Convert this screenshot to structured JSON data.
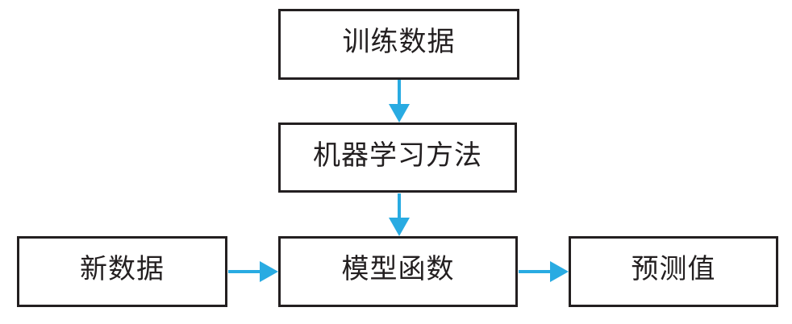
{
  "diagram": {
    "background_color": "#ffffff",
    "box_border_color": "#231f20",
    "text_color": "#231f20",
    "arrow_color": "#29abe2",
    "nodes": [
      {
        "id": "training-data",
        "label": "训练数据"
      },
      {
        "id": "ml-method",
        "label": "机器学习方法"
      },
      {
        "id": "model-function",
        "label": "模型函数"
      },
      {
        "id": "new-data",
        "label": "新数据"
      },
      {
        "id": "predicted-value",
        "label": "预测值"
      }
    ],
    "edges": [
      {
        "from": "training-data",
        "to": "ml-method"
      },
      {
        "from": "ml-method",
        "to": "model-function"
      },
      {
        "from": "new-data",
        "to": "model-function"
      },
      {
        "from": "model-function",
        "to": "predicted-value"
      }
    ]
  }
}
